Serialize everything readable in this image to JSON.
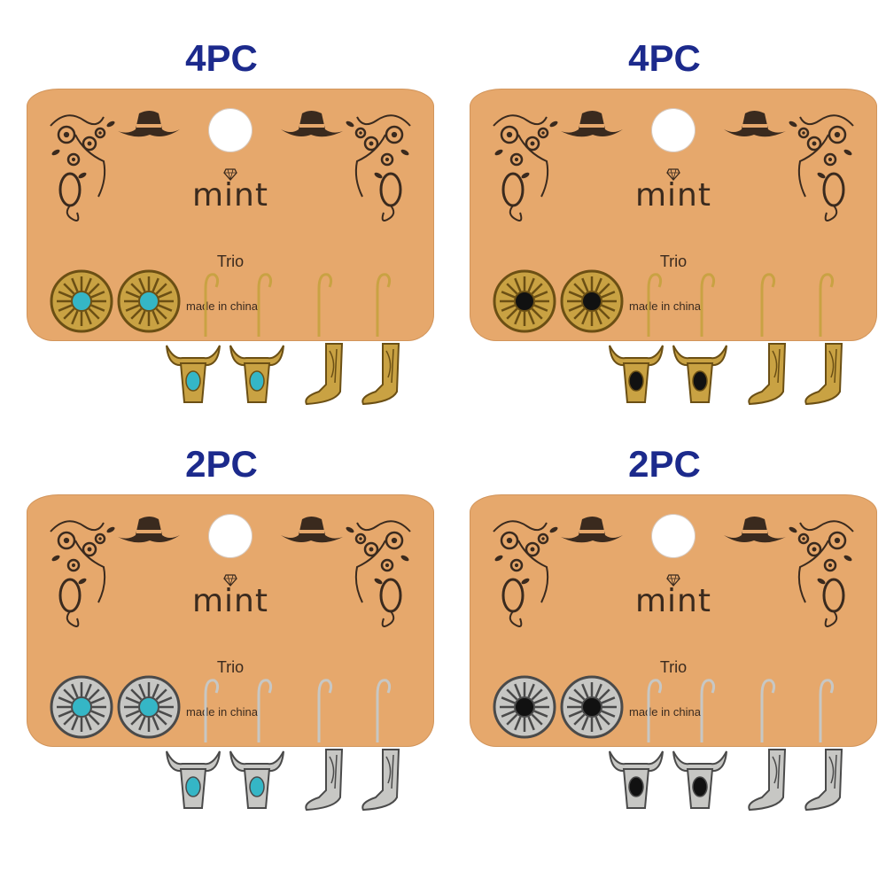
{
  "panels": [
    {
      "qty_label": "4PC",
      "brand": "mint",
      "variant": "Trio",
      "origin": "made in china",
      "metal": "gold",
      "stone": "turquoise"
    },
    {
      "qty_label": "4PC",
      "brand": "mint",
      "variant": "Trio",
      "origin": "made in china",
      "metal": "gold",
      "stone": "black"
    },
    {
      "qty_label": "2PC",
      "brand": "mint",
      "variant": "Trio",
      "origin": "made in china",
      "metal": "silver",
      "stone": "turquoise"
    },
    {
      "qty_label": "2PC",
      "brand": "mint",
      "variant": "Trio",
      "origin": "made in china",
      "metal": "silver",
      "stone": "black"
    }
  ],
  "colors": {
    "card": "#e6a86c",
    "qty_text": "#1c2a8c",
    "print": "#3a2a1e",
    "gold": "#c9a243",
    "silver": "#c7c7c4",
    "turquoise": "#35b6c6",
    "black": "#111111"
  },
  "icons": [
    "cowboy-hat-icon",
    "flower-vine-icon",
    "lasso-icon",
    "diamond-icon"
  ]
}
